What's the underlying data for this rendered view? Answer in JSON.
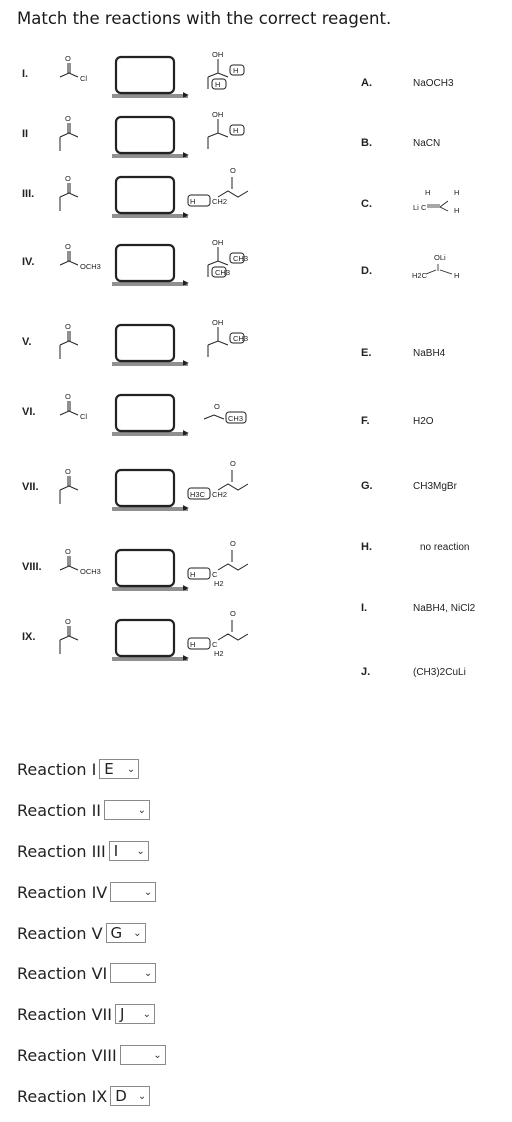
{
  "title": "Match the reactions with the correct reagent.",
  "reactions": [
    {
      "roman": "I.",
      "sub_left": "Cl",
      "sub_right": "H",
      "sub_right2": "H"
    },
    {
      "roman": "II",
      "sub_right": "H"
    },
    {
      "roman": "III.",
      "sub_right": "H",
      "sub_right2": "CH2"
    },
    {
      "roman": "IV.",
      "sub_left": "OCH3",
      "sub_right": "CH3",
      "sub_right2": "CH3"
    },
    {
      "roman": "V.",
      "sub_right": "CH3"
    },
    {
      "roman": "VI.",
      "sub_left": "Cl",
      "sub_right": "CH3"
    },
    {
      "roman": "VII.",
      "sub_right": "H3C",
      "sub_right2": "CH2"
    },
    {
      "roman": "VIII.",
      "sub_left": "OCH3",
      "sub_right": "H",
      "sub_right2": "C",
      "sub_right3": "H2"
    },
    {
      "roman": "IX.",
      "sub_right": "H",
      "sub_right2": "C",
      "sub_right3": "H2"
    }
  ],
  "oh_label": "OH",
  "o_label": "O",
  "reagents": [
    {
      "letter": "A.",
      "text": "NaOCH3"
    },
    {
      "letter": "B.",
      "text": "NaCN"
    },
    {
      "letter": "C.",
      "text": "LiC≡CH (vinyl Li)"
    },
    {
      "letter": "D.",
      "text": "H2C=C(OLi)H"
    },
    {
      "letter": "E.",
      "text": "NaBH4"
    },
    {
      "letter": "F.",
      "text": "H2O"
    },
    {
      "letter": "G.",
      "text": "CH3MgBr"
    },
    {
      "letter": "H.",
      "text": "no reaction"
    },
    {
      "letter": "I.",
      "text": "NaBH4, NiCl2"
    },
    {
      "letter": "J.",
      "text": "(CH3)2CuLi"
    }
  ],
  "reagent_C": {
    "h1": "H",
    "li": "Li",
    "c": "C",
    "h2": "H",
    "h3": "H"
  },
  "reagent_D": {
    "oli": "OLi",
    "h2c": "H2C",
    "h": "H"
  },
  "answers": [
    {
      "label": "Reaction I",
      "value": "E"
    },
    {
      "label": "Reaction II",
      "value": ""
    },
    {
      "label": "Reaction III",
      "value": "I"
    },
    {
      "label": "Reaction IV",
      "value": ""
    },
    {
      "label": "Reaction V",
      "value": "G"
    },
    {
      "label": "Reaction VI",
      "value": ""
    },
    {
      "label": "Reaction VII",
      "value": "J"
    },
    {
      "label": "Reaction VIII",
      "value": ""
    },
    {
      "label": "Reaction IX",
      "value": "D"
    }
  ]
}
